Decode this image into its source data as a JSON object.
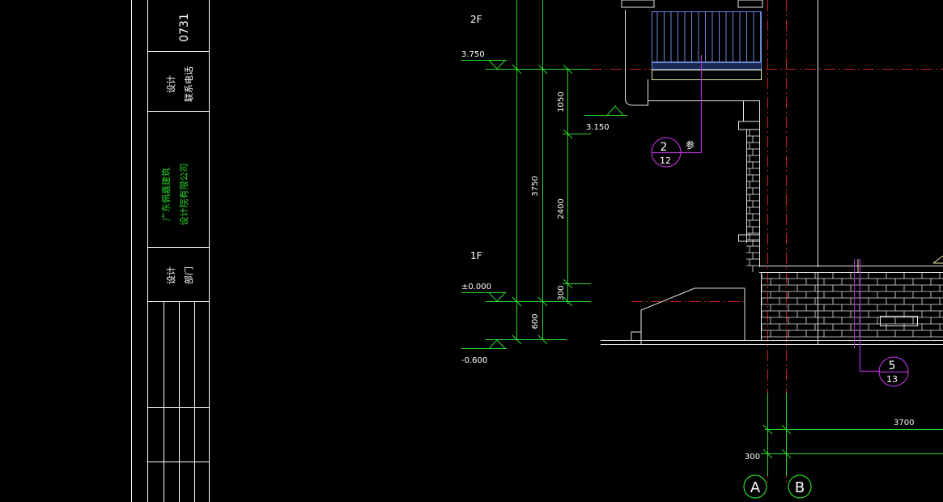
{
  "colors": {
    "background": "#000000",
    "white_line": "#e6e6e6",
    "green_dim": "#29d829",
    "red_axis": "#c81e1e",
    "yellow_line": "#e6e6a0",
    "magenta": "#b030d0",
    "blue_rail": "#6b88d6",
    "frame": "#ffffff"
  },
  "title_block": {
    "phone_code": "0731",
    "design_contact": [
      "设计",
      "联系电话"
    ],
    "company": [
      "广东佩嘉建筑",
      "设计院有限公司"
    ],
    "design_dept": [
      "设计",
      "部门"
    ]
  },
  "levels": {
    "floor_2f": "2F",
    "floor_1f": "1F",
    "elev_3750": "3.750",
    "elev_3150": "3.150",
    "elev_0000": "±0.000",
    "elev_m0600": "-0.600"
  },
  "dimensions": {
    "d3750": "3750",
    "d1050": "1050",
    "d2400": "2400",
    "d300_v": "300",
    "d600": "600",
    "d3700": "3700",
    "d300_h": "300"
  },
  "detail_refs": [
    {
      "top": "2",
      "bottom": "12",
      "note": "参"
    },
    {
      "top": "5",
      "bottom": "13"
    }
  ],
  "axes": [
    "A",
    "B"
  ]
}
